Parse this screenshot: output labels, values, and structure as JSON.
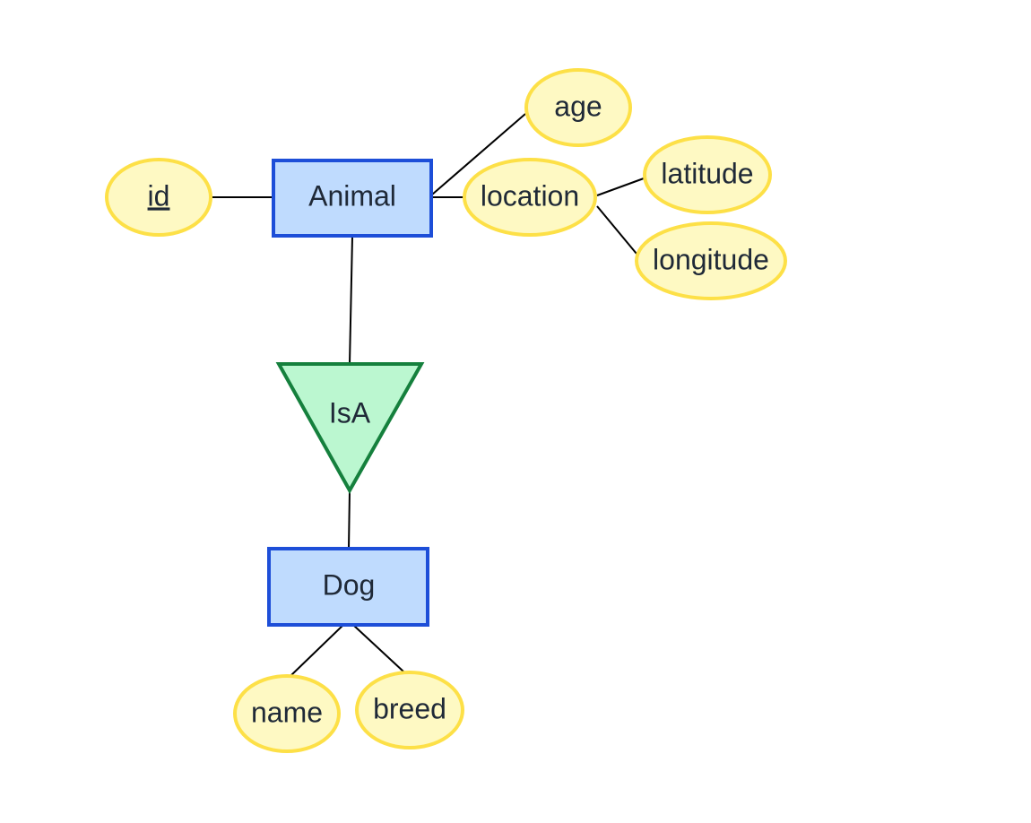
{
  "diagram": {
    "entities": {
      "animal": "Animal",
      "dog": "Dog"
    },
    "relationship": {
      "isa": "IsA"
    },
    "attributes": {
      "id": "id",
      "age": "age",
      "location": "location",
      "latitude": "latitude",
      "longitude": "longitude",
      "name": "name",
      "breed": "breed"
    },
    "key_attributes": [
      "id"
    ]
  },
  "colors": {
    "entity_fill": "#bfdbfe",
    "entity_stroke": "#1d4ed8",
    "attribute_fill": "#fef9c3",
    "attribute_stroke": "#fde047",
    "isa_fill": "#bbf7d0",
    "isa_stroke": "#15803d",
    "edge": "#000000",
    "text": "#1f2937"
  }
}
